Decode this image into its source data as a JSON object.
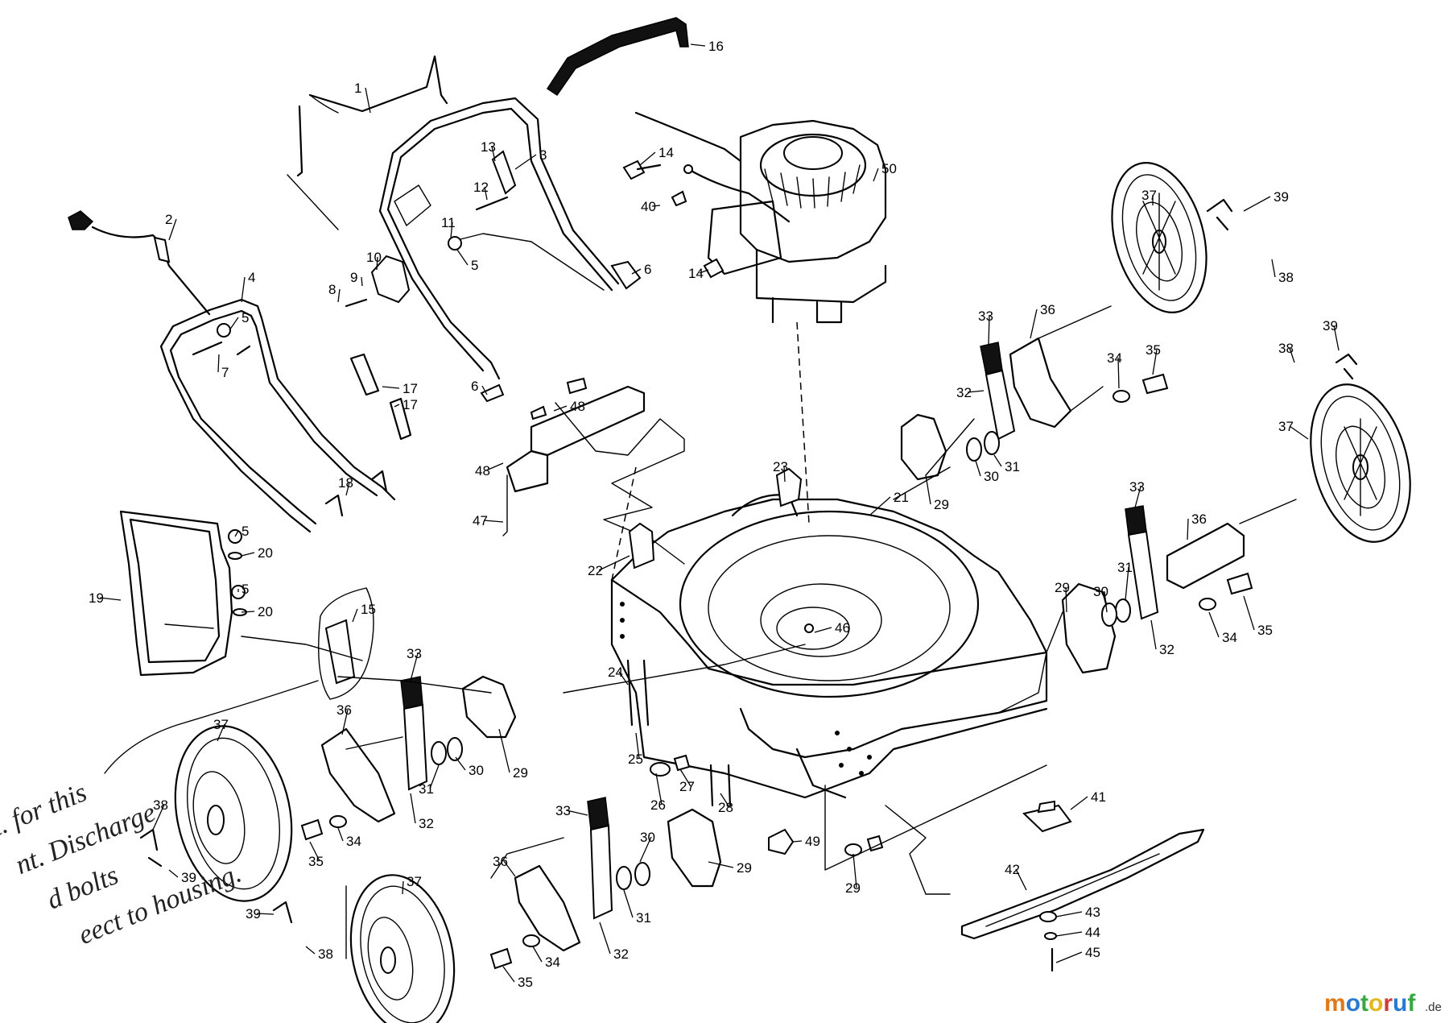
{
  "callouts": [
    "1",
    "2",
    "3",
    "4",
    "5",
    "6",
    "7",
    "8",
    "9",
    "10",
    "11",
    "12",
    "13",
    "14",
    "15",
    "16",
    "17",
    "18",
    "19",
    "20",
    "21",
    "22",
    "23",
    "24",
    "25",
    "26",
    "27",
    "28",
    "29",
    "30",
    "31",
    "32",
    "33",
    "34",
    "35",
    "36",
    "37",
    "38",
    "39",
    "40",
    "41",
    "42",
    "43",
    "44",
    "45",
    "46",
    "47",
    "48",
    "49",
    "50"
  ],
  "handwritten_note": {
    "lines": [
      "t. for this",
      "nt. Discharge",
      "d bolts",
      "eect to housing."
    ]
  },
  "logo": {
    "brand": "motoruf",
    "suffix": ".de",
    "colors": {
      "m": "#e07a1a",
      "o1": "#2a7bd0",
      "t": "#3aa842",
      "o2": "#e0b81a",
      "r": "#d03a3a",
      "u": "#2a7bd0",
      "f": "#3aa842"
    }
  }
}
